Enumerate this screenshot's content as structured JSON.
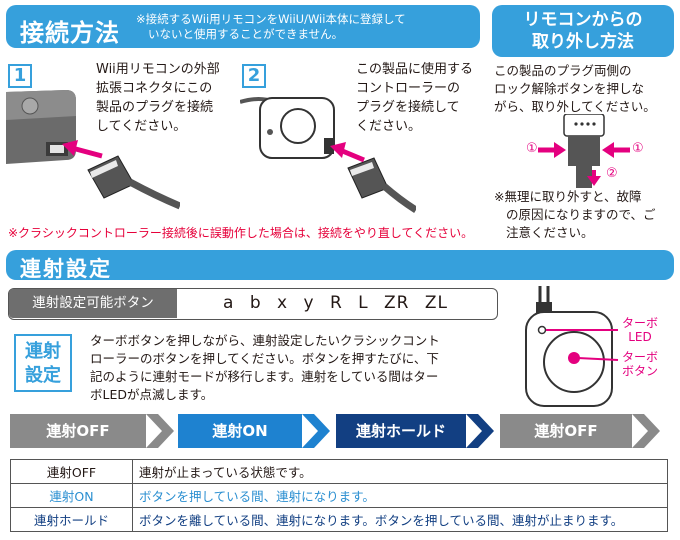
{
  "connect": {
    "title": "接続方法",
    "note_line1": "※接続するWii用リモコンをWiiU/Wii本体に登録して",
    "note_line2": "いないと使用することができません。",
    "step1": {
      "num": "1",
      "lines": [
        "Wii用リモコンの外部",
        "拡張コネクタにこの",
        "製品のプラグを接続",
        "してください。"
      ]
    },
    "step2": {
      "num": "2",
      "lines": [
        "この製品に使用する",
        "コントローラーの",
        "プラグを接続して",
        "ください。"
      ]
    },
    "caution": "※クラシックコントローラー接続後に誤動作した場合は、接続をやり直してください。"
  },
  "remove": {
    "title_line1": "リモコンからの",
    "title_line2": "取り外し方法",
    "lines": [
      "この製品のプラグ両側の",
      "ロック解除ボタンを押しな",
      "がら、取り外してください。"
    ],
    "mark1": "①",
    "mark2": "②",
    "note_lines": [
      "※無理に取り外すと、故障",
      "の原因になりますので、ご",
      "注意ください。"
    ]
  },
  "rensha": {
    "title": "連射設定",
    "buttons_label": "連射設定可能ボタン",
    "buttons": "a b x y R L ZR ZL",
    "set_line1": "連射",
    "set_line2": "設定",
    "desc_lines": [
      "ターボボタンを押しながら、連射設定したいクラシックコント",
      "ローラーのボタンを押してください。ボタンを押すたびに、下",
      "記のように連射モードが移行します。連射をしている間はター",
      "ボLEDが点滅します。"
    ],
    "device_led_line1": "ターボ",
    "device_led_line2": "LED",
    "device_btn_line1": "ターボ",
    "device_btn_line2": "ボタン",
    "flow": [
      "連射OFF",
      "連射ON",
      "連射ホールド",
      "連射OFF"
    ],
    "table": [
      {
        "mode": "連射OFF",
        "desc": "連射が止まっている状態です。"
      },
      {
        "mode": "連射ON",
        "desc": "ボタンを押している間、連射になります。"
      },
      {
        "mode": "連射ホールド",
        "desc": "ボタンを離している間、連射になります。ボタンを押している間、連射が止まります。"
      }
    ]
  },
  "colors": {
    "header_blue": "#36a0dc",
    "flow_blue": "#1e82d0",
    "flow_navy": "#123f82",
    "flow_grey": "#8a8a8a",
    "accent_pink": "#e4007f",
    "caution_red": "#e6003a"
  }
}
